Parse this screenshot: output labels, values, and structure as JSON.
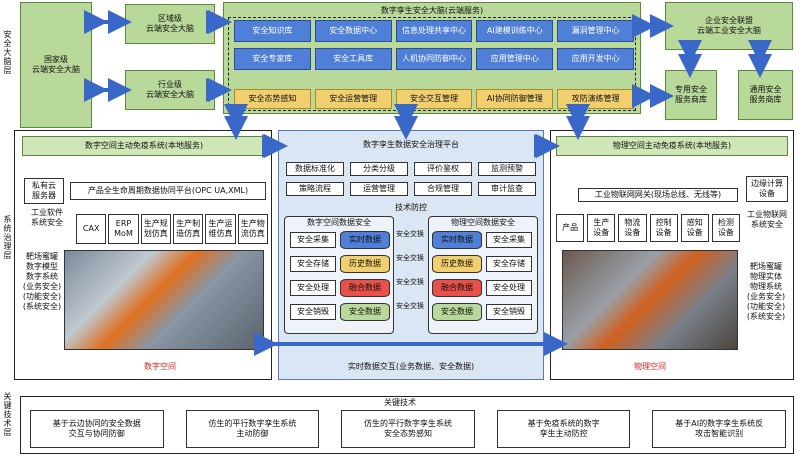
{
  "left_labels": {
    "l1": "安全大脑层",
    "l2": "系统治理层",
    "l3": "关键技术层"
  },
  "top": {
    "country": "国家级\n云端安全大脑",
    "region": "区域级\n云端安全大脑",
    "industry": "行业级\n云端安全大脑",
    "title": "数字孪生安全大脑(云端服务)",
    "row1": [
      "安全知识库",
      "安全数据中心",
      "信息处理共享中心",
      "AI建模训练中心",
      "漏洞管理中心"
    ],
    "row2": [
      "安全专家库",
      "安全工具库",
      "人机协同防御中心",
      "应用管理中心",
      "应用开发中心"
    ],
    "row3": [
      "安全态势感知",
      "安全运营管理",
      "安全交互管理",
      "AI协同防御管理",
      "攻防演练管理"
    ],
    "alliance": "企业安全联盟\n云端工业安全大脑",
    "svc1": "专用安全\n服务商库",
    "svc2": "通用安全\n服务商库"
  },
  "left_panel": {
    "header": "数字空间主动免疫系统(本地服务)",
    "private_cloud": "私有云\n服务器",
    "pipeline": "产品全生命周期数据协同平台(OPC UA,XML)",
    "software_sec": "工业软件\n系统安全",
    "tools": [
      "CAX",
      "ERP\nMoM",
      "生产规\n划仿真",
      "生产制\n造仿真",
      "生产运\n维仿真",
      "生产物\n流仿真"
    ],
    "model": "靶场蜜罐\n数字模型\n数字系统\n(业务安全)\n(功能安全)\n(系统安全)",
    "caption": "数字空间"
  },
  "center": {
    "title": "数字孪生数据安全治理平台",
    "row1": [
      "数据标准化",
      "分类分级",
      "评价鉴权",
      "监测预警"
    ],
    "row2": [
      "策略流程",
      "运营管理",
      "合规管理",
      "审计监查"
    ],
    "tech": "技术防控",
    "digital_title": "数字空间数据安全",
    "physical_title": "物理空间数据安全",
    "ops": [
      "安全采集",
      "安全存储",
      "安全处理",
      "安全销毁"
    ],
    "data": [
      "实时数据",
      "历史数据",
      "融合数据",
      "安全数据"
    ],
    "exchange": [
      "安全交换",
      "安全交换",
      "安全交换",
      "安全交换"
    ],
    "realtime": "实时数据交互(业务数据、安全数据)"
  },
  "right_panel": {
    "header": "物理空间主动免疫系统(本地服务)",
    "gateway": "工业物联网网关(现场总线、无线等)",
    "edge": "边缘计算\n设备",
    "devices": [
      "产品",
      "生产\n设备",
      "物流\n设备",
      "控制\n设备",
      "感知\n设备",
      "检测\n设备"
    ],
    "control_sec": "工业物联网\n系统安全",
    "model": "靶场蜜罐\n物理实体\n物理系统\n(业务安全)\n(功能安全)\n(系统安全)",
    "caption": "物理空间"
  },
  "bottom": {
    "title": "关键技术",
    "items": [
      "基于云边协同的安全数据\n交互与协同防御",
      "仿生的平行数字孪生系统\n主动防御",
      "仿生的平行数字孪生系统\n安全态势感知",
      "基于免疫系统的数字\n孪生主动防控",
      "基于AI的数字孪生系统反\n攻击智能识别"
    ]
  },
  "colors": {
    "green": "#b9d99a",
    "blue": "#4f7fd6",
    "yellow": "#f2cf6e",
    "red": "#e8504a",
    "lightblue": "#dbe6f4",
    "arrow": "#3a68c8"
  }
}
